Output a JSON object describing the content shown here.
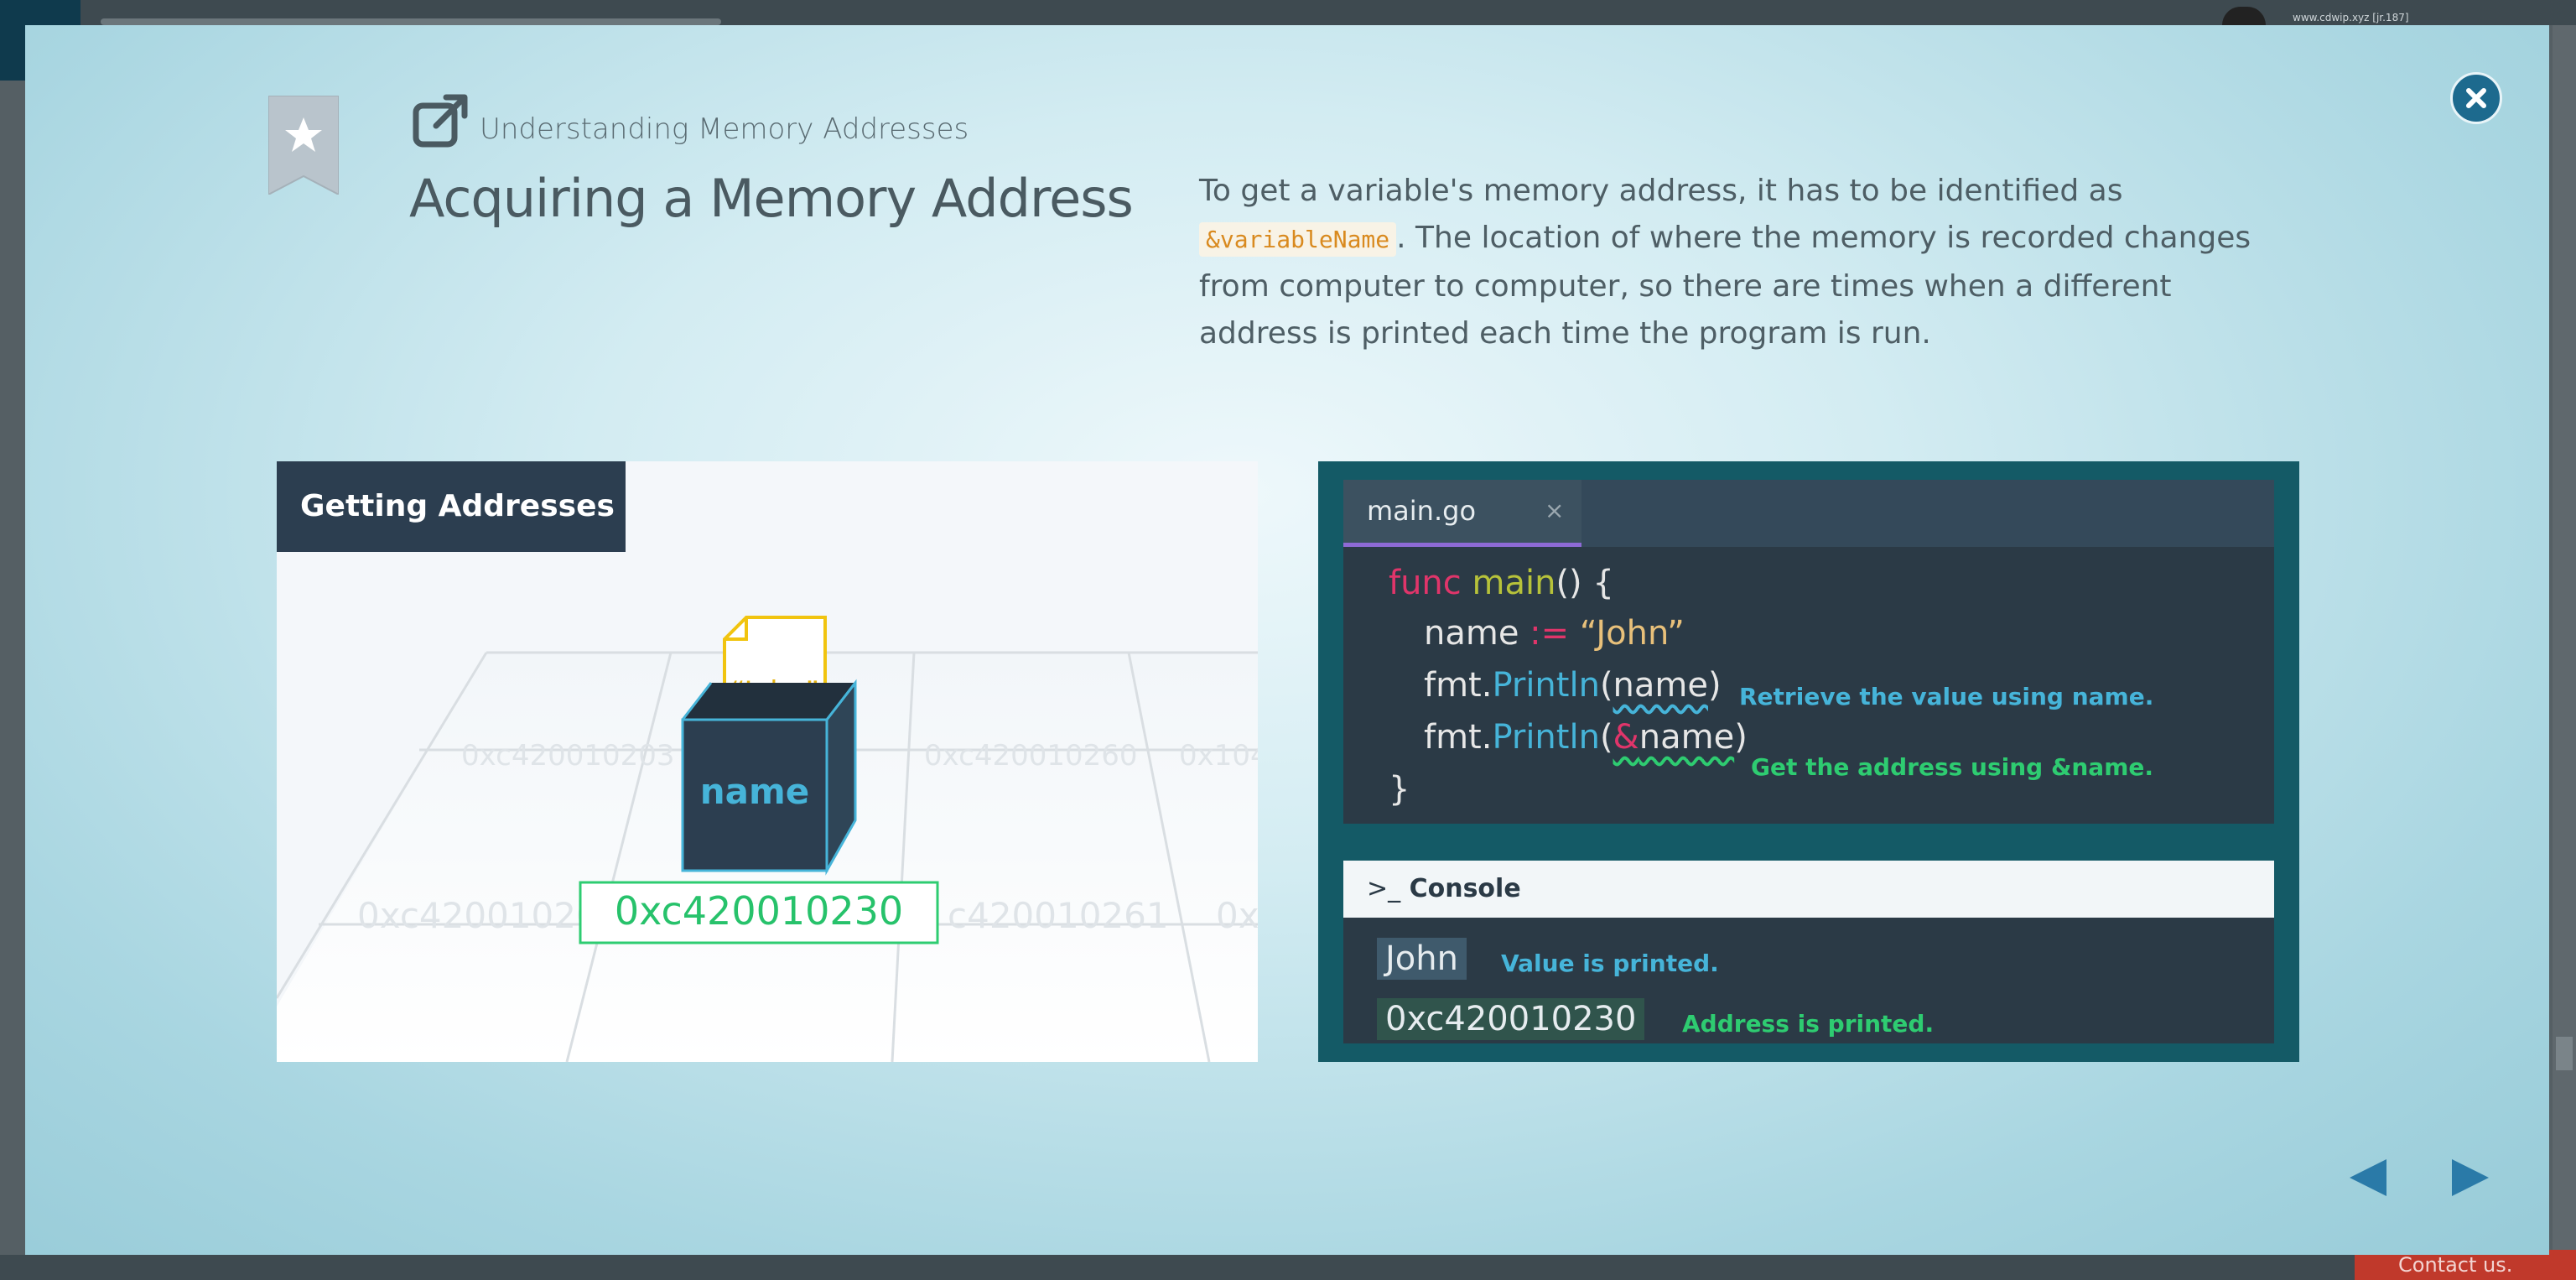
{
  "backdrop": {
    "user_text": "www.cdwip.xyz [jr.187]",
    "contact_label": "Contact us."
  },
  "modal": {
    "breadcrumb": "Understanding Memory Addresses",
    "title": "Acquiring a Memory Address",
    "description": {
      "part1": "To get a variable's memory address, it has to be identified as ",
      "code": "&variableName",
      "part2": ". The location of where the memory is recorded changes from computer to computer, so there are times when a different address is printed each time the program is run."
    }
  },
  "illustration": {
    "header": "Getting Addresses",
    "box_label": "name",
    "note_value": "“John”",
    "highlight_address": "0xc420010230",
    "grid_addresses": [
      "0xc420010203",
      "0xc420010260",
      "0x104",
      "0xc42001020",
      "c420010261",
      "0x1"
    ]
  },
  "code_panel": {
    "tab_label": "main.go",
    "tab_close": "×",
    "lines": {
      "l1_kw": "func",
      "l1_fn": "main",
      "l1_rest": "() {",
      "l2_var": "name ",
      "l2_op": ":=",
      "l2_str": " “John”",
      "l3_pkg": "fmt.",
      "l3_method": "Println",
      "l3_open": "(",
      "l3_arg": "name",
      "l3_close": ")",
      "l4_pkg": "fmt.",
      "l4_method": "Println",
      "l4_open": "(",
      "l4_amp": "&",
      "l4_arg": "name",
      "l4_close": ")",
      "l5": "}"
    },
    "note_value": "Retrieve the value using name.",
    "note_address": "Get the address using &name.",
    "console_label": "Console",
    "output_value": "John",
    "output_value_note": "Value is printed.",
    "output_address": "0xc420010230",
    "output_address_note": "Address is printed."
  },
  "icons": {
    "close": "close-icon",
    "bookmark": "star-bookmark-icon",
    "external": "external-link-icon",
    "prev": "prev-arrow-icon",
    "next": "next-arrow-icon",
    "terminal": "terminal-icon"
  },
  "colors": {
    "accent_blue": "#46b4d9",
    "accent_green": "#2ecc71",
    "keyword_red": "#e0356a",
    "box_dark": "#2c3e50",
    "note_yellow": "#f1c40f"
  }
}
